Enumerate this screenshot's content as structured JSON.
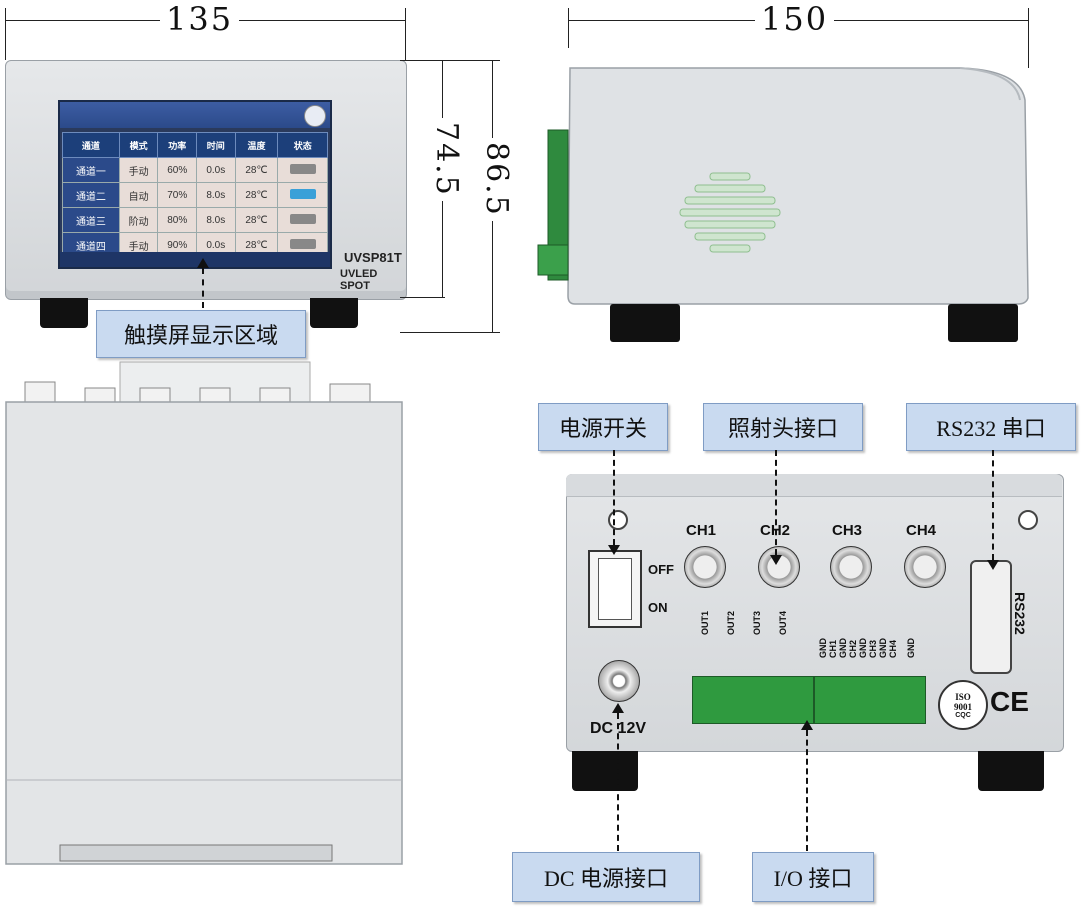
{
  "dimensions": {
    "width_front": "135",
    "depth_side": "150",
    "height_body": "74.5",
    "height_total": "86.5"
  },
  "front_panel": {
    "model": "UVSP81T",
    "subtitle": "UVLED SPOT",
    "screen_headers": [
      "通道",
      "模式",
      "功率",
      "时间",
      "温度",
      "状态"
    ],
    "screen_rows": [
      {
        "channel": "通道一",
        "mode": "手动",
        "power": "60%",
        "time": "0.0s",
        "temp": "28℃"
      },
      {
        "channel": "通道二",
        "mode": "自动",
        "power": "70%",
        "time": "8.0s",
        "temp": "28℃"
      },
      {
        "channel": "通道三",
        "mode": "阶动",
        "power": "80%",
        "time": "8.0s",
        "temp": "28℃"
      },
      {
        "channel": "通道四",
        "mode": "手动",
        "power": "90%",
        "time": "0.0s",
        "temp": "28℃"
      }
    ]
  },
  "rear_panel": {
    "channels": [
      "CH1",
      "CH2",
      "CH3",
      "CH4"
    ],
    "switch_off": "OFF",
    "switch_on": "ON",
    "dc_label": "DC 12V",
    "rs232_label": "RS232",
    "out_labels": [
      "OUT1",
      "OUT2",
      "OUT3",
      "OUT4"
    ],
    "gnd_labels": [
      "GND",
      "GND",
      "GND",
      "GND",
      "GND"
    ],
    "ch_pin_labels": [
      "CH1",
      "CH2",
      "CH3",
      "CH4"
    ],
    "iso_label": "ISO 9001",
    "cqc_label": "CQC",
    "ce_label": "CE"
  },
  "callouts": {
    "touch_screen": "触摸屏显示区域",
    "power_switch": "电源开关",
    "head_port": "照射头接口",
    "rs232_port": "RS232 串口",
    "dc_port": "DC 电源接口",
    "io_port": "I/O 接口"
  }
}
